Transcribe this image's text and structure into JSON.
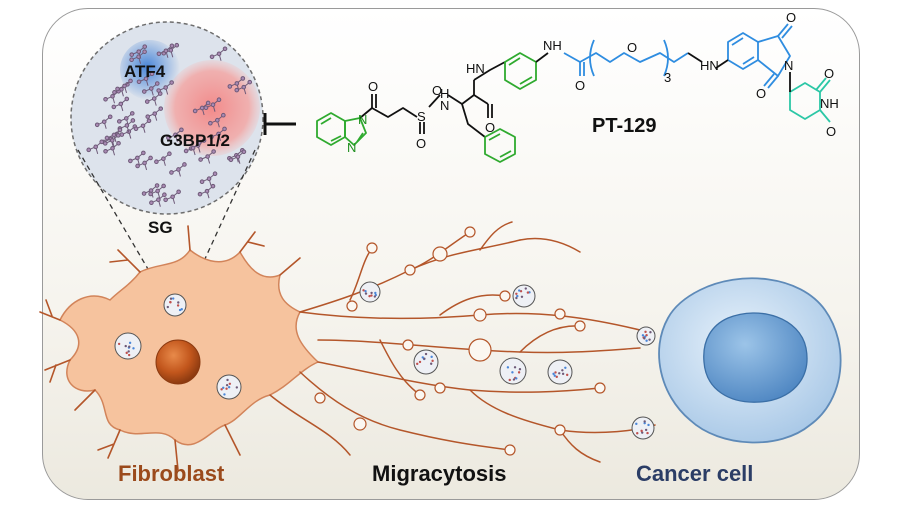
{
  "labels": {
    "atf4": "ATF4",
    "g3bp": "G3BP1/2",
    "sg": "SG",
    "compound": "PT-129",
    "fibroblast": "Fibroblast",
    "migracytosis": "Migracytosis",
    "cancer_cell": "Cancer cell"
  },
  "atoms": {
    "n": "N",
    "o": "O",
    "s": "S",
    "hn": "HN",
    "nh": "NH",
    "h": "H",
    "sub3": "3"
  },
  "colors": {
    "fibroblast_text": "#9b4a1c",
    "cancer_text": "#2b3d66",
    "indazole": "#2faa2f",
    "linker": "#2f8de0",
    "glutarimide": "#2cc7a6",
    "nucleus": "#b8501a"
  }
}
